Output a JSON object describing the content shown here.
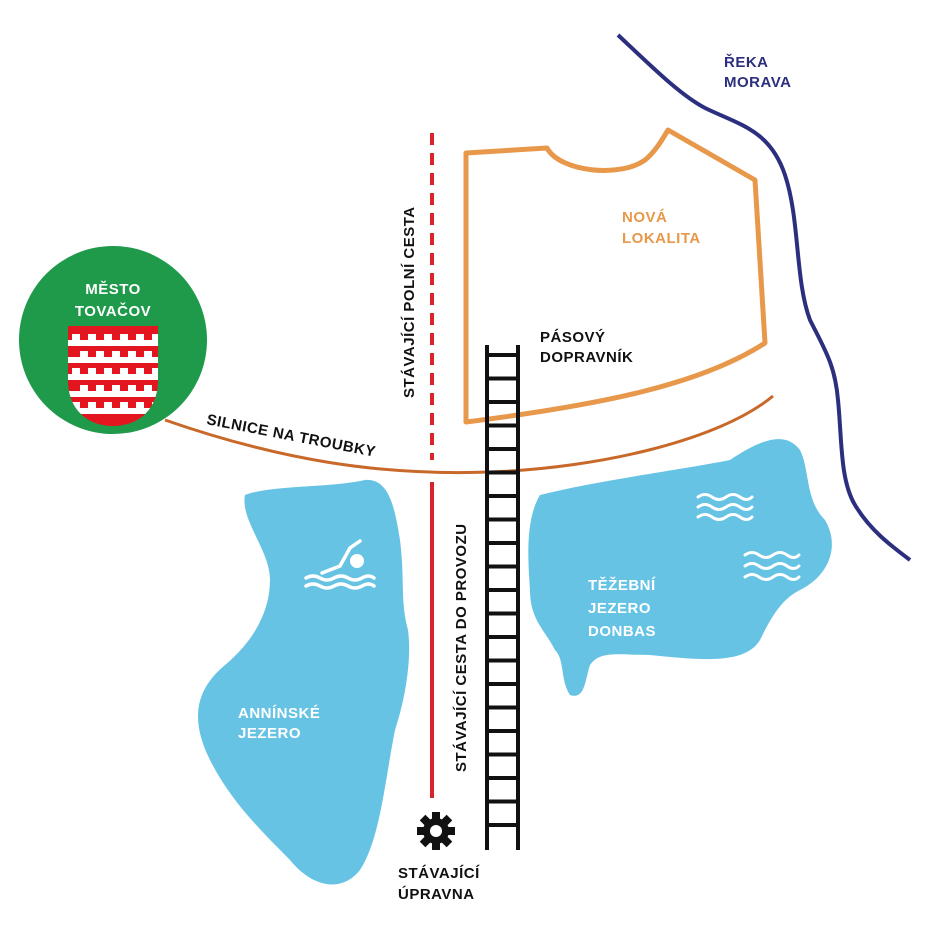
{
  "colors": {
    "river": "#2b2f7e",
    "area": "#e8984a",
    "road": "#c8692a",
    "path": "#d9252a",
    "lake": "#67c3e3",
    "town": "#1f9a4b",
    "shield": "#e3151f"
  },
  "town": {
    "line1": "MĚSTO",
    "line2": "TOVAČOV"
  },
  "river": {
    "line1": "ŘEKA",
    "line2": "MORAVA"
  },
  "new_site": {
    "line1": "NOVÁ",
    "line2": "LOKALITA"
  },
  "conveyor": {
    "line1": "PÁSOVÝ",
    "line2": "DOPRAVNÍK"
  },
  "field_path": "STÁVAJÍCÍ POLNÍ CESTA",
  "road": "SILNICE NA TROUBKY",
  "operation_path": "STÁVAJÍCÍ CESTA DO PROVOZU",
  "lake_annin": {
    "line1": "ANNÍNSKÉ",
    "line2": "JEZERO"
  },
  "lake_donbas": {
    "line1": "TĚŽEBNÍ",
    "line2": "JEZERO",
    "line3": "DONBAS"
  },
  "plant": {
    "line1": "STÁVAJÍCÍ",
    "line2": "ÚPRAVNA"
  },
  "icons": [
    "swimmer-icon",
    "waves-icon",
    "gear-icon",
    "coat-of-arms-icon"
  ]
}
